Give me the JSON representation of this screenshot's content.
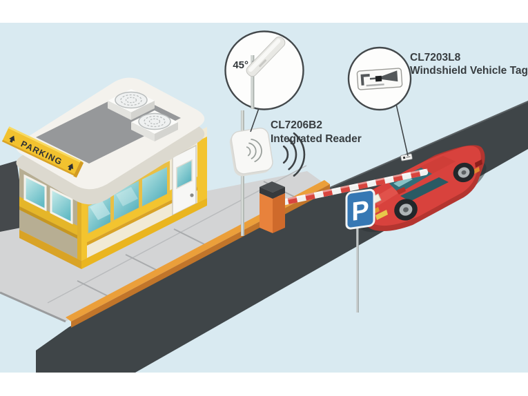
{
  "labels": {
    "angle": "45°",
    "reader_model": "CL7206B2",
    "reader_name": "Integrated Reader",
    "tag_model": "CL7203L8",
    "tag_name": "Windshield Vehicle Tag",
    "banner": "PARKING",
    "road_sign": "P"
  },
  "icons": {
    "banner_arrows": "up-arrow-icon",
    "reader_emission": "radio-waves-icon",
    "reader_face_glyph": "signal-waves-icon",
    "roof_units": "fan-vent-icon",
    "tag_chip": "rfid-inlay-icon"
  },
  "colors": {
    "frame": "#ffffff",
    "background": "#d9eaf1",
    "road": "#3f4548",
    "road_stub": "#45494c",
    "sidewalk": "#d3d4d5",
    "curb_top": "#eb9f3a",
    "curb_side": "#c1752a",
    "roof_rim": "#f4f2ed",
    "roof": "#96989a",
    "wall_front": "#f1ead5",
    "wall_side": "#b7ae93",
    "trim_yellow": "#f3c42f",
    "trim_yellow_dark": "#d9a326",
    "banner_yellow": "#f2c22f",
    "glass_light": "#cdeeec",
    "glass_dark": "#62bac4",
    "reader_white": "#f8f8f6",
    "barrier_post": "#e8823c",
    "barrier_stripe": "#d8453e",
    "car_red": "#d8423d",
    "car_red_dark": "#b43530",
    "car_glass": "#316e79",
    "sign_blue": "#3678b4",
    "label_text": "#383d40",
    "callout_stroke": "#43484b"
  }
}
